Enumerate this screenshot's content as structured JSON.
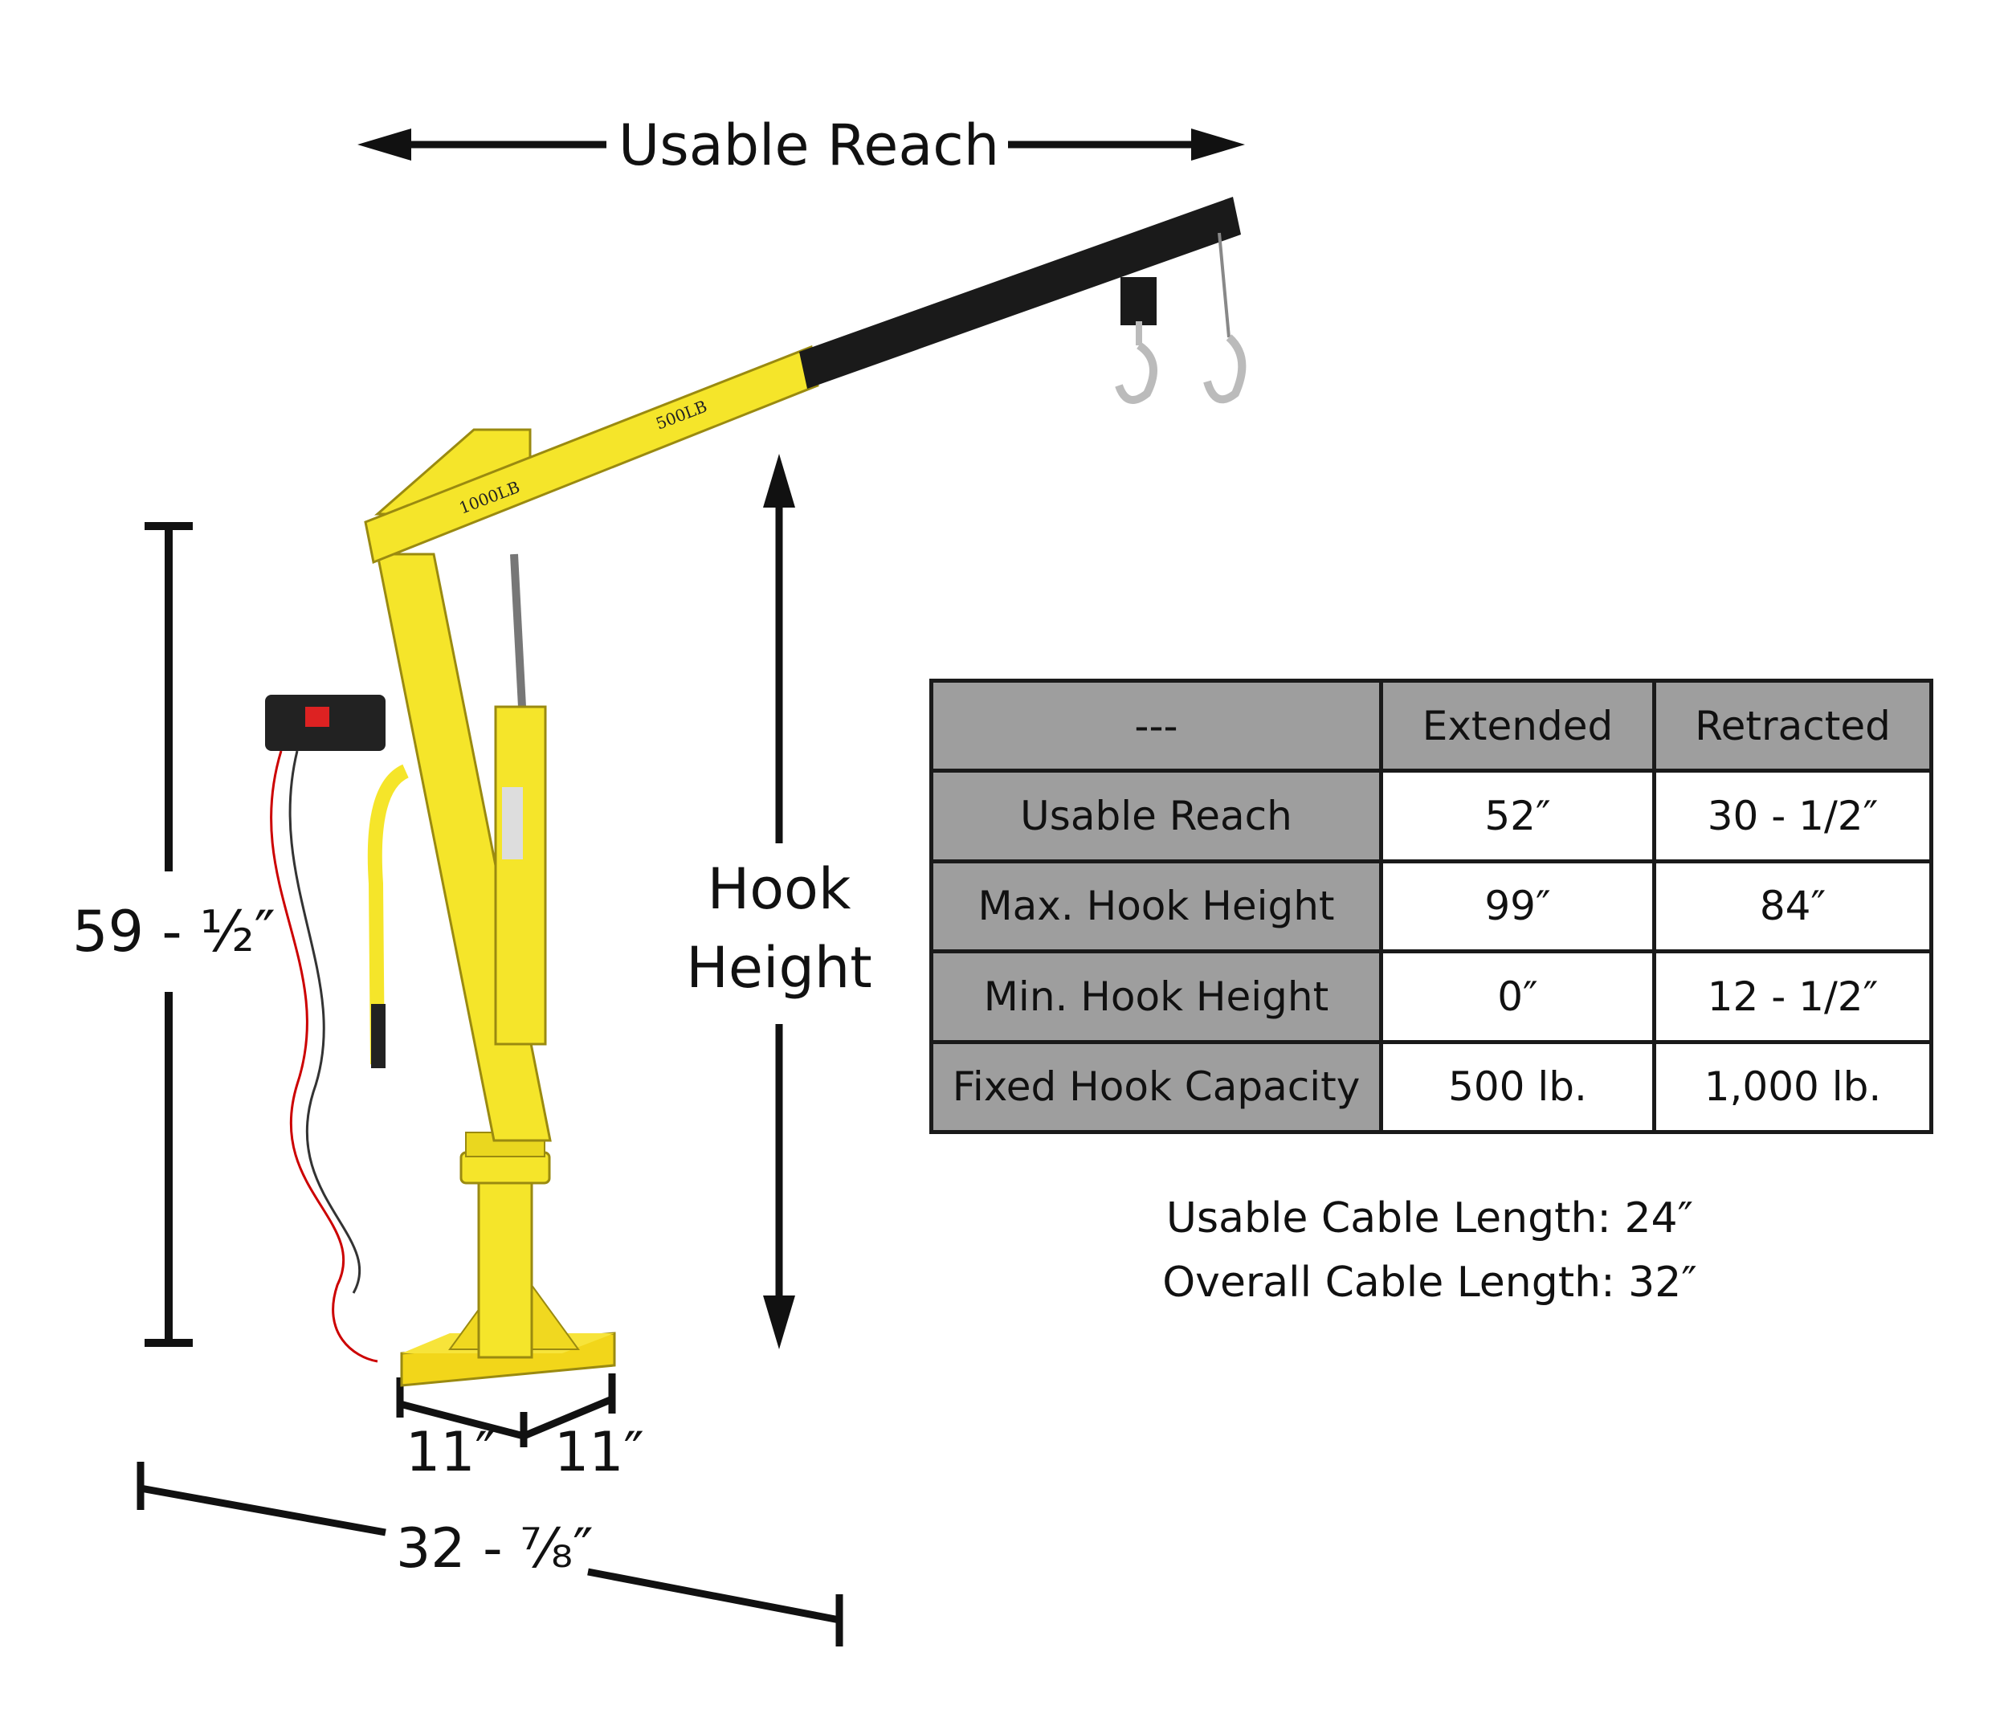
{
  "dimensions": {
    "usable_reach": "Usable Reach",
    "hook_height_line1": "Hook",
    "hook_height_line2": "Height",
    "overall_height": "59 - ½″",
    "base_width_left": "11″",
    "base_width_right": "11″",
    "base_diagonal": "32 - ⅞″"
  },
  "boom_markings": {
    "mark_500": "500LB",
    "mark_1000": "1000LB"
  },
  "spec_table": {
    "headers": [
      "---",
      "Extended",
      "Retracted"
    ],
    "rows": [
      [
        "Usable Reach",
        "52″",
        "30 - 1/2″"
      ],
      [
        "Max. Hook Height",
        "99″",
        "84″"
      ],
      [
        "Min. Hook Height",
        "0″",
        "12 - 1/2″"
      ],
      [
        "Fixed Hook Capacity",
        "500 lb.",
        "1,000 lb."
      ]
    ]
  },
  "notes": {
    "usable_cable_length": "Usable Cable Length: 24″",
    "overall_cable_length": "Overall Cable Length: 32″"
  },
  "colors": {
    "crane_yellow": "#f5e52a",
    "boom_black": "#1a1a1a",
    "header_gray": "#9e9e9e"
  }
}
